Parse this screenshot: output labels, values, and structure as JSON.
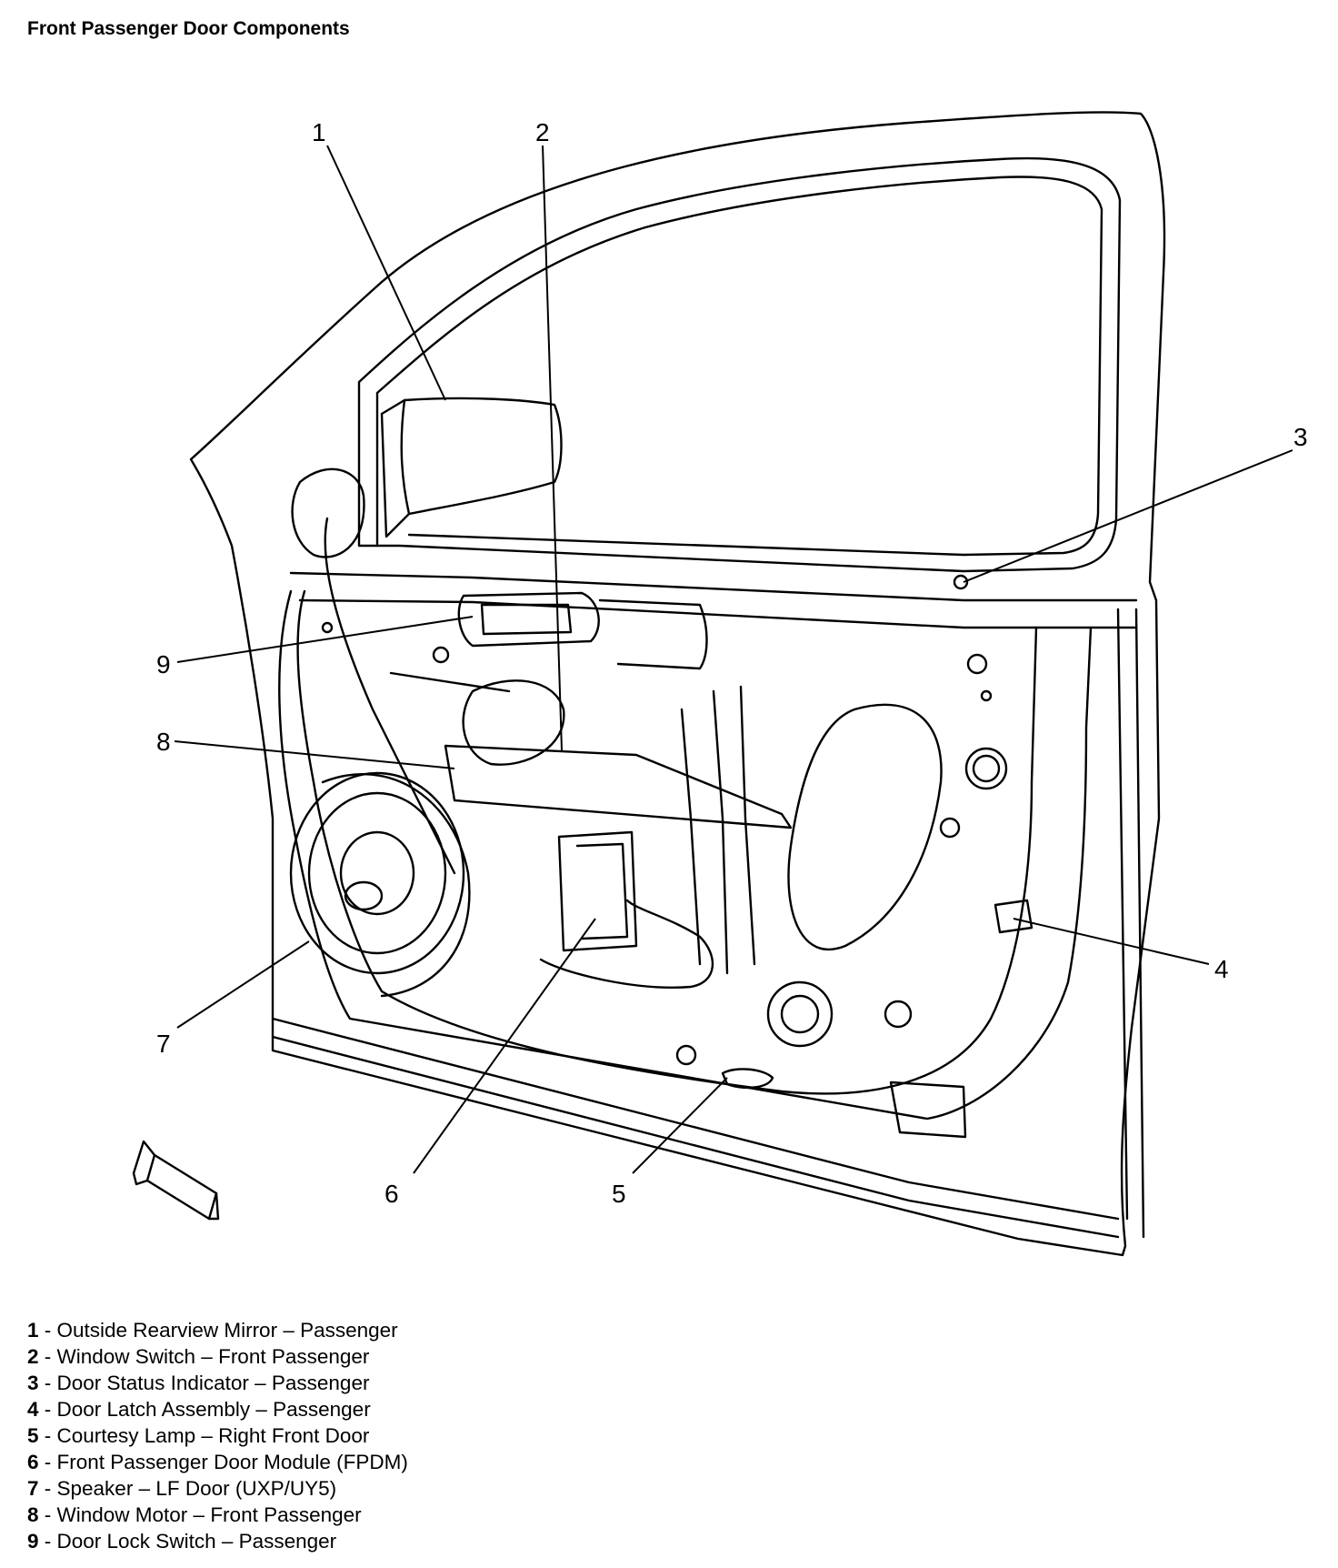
{
  "title": "Front Passenger Door Components",
  "callouts": [
    "1",
    "2",
    "3",
    "4",
    "5",
    "6",
    "7",
    "8",
    "9"
  ],
  "legend": [
    {
      "num": "1",
      "text": " - Outside Rearview Mirror – Passenger"
    },
    {
      "num": "2",
      "text": " - Window Switch – Front Passenger"
    },
    {
      "num": "3",
      "text": " - Door Status Indicator – Passenger"
    },
    {
      "num": "4",
      "text": " - Door Latch Assembly – Passenger"
    },
    {
      "num": "5",
      "text": " - Courtesy Lamp – Right Front Door"
    },
    {
      "num": "6",
      "text": " - Front Passenger Door Module (FPDM)"
    },
    {
      "num": "7",
      "text": " - Speaker – LF Door (UXP/UY5)"
    },
    {
      "num": "8",
      "text": " - Window Motor – Front Passenger"
    },
    {
      "num": "9",
      "text": " - Door Lock Switch – Passenger"
    }
  ]
}
